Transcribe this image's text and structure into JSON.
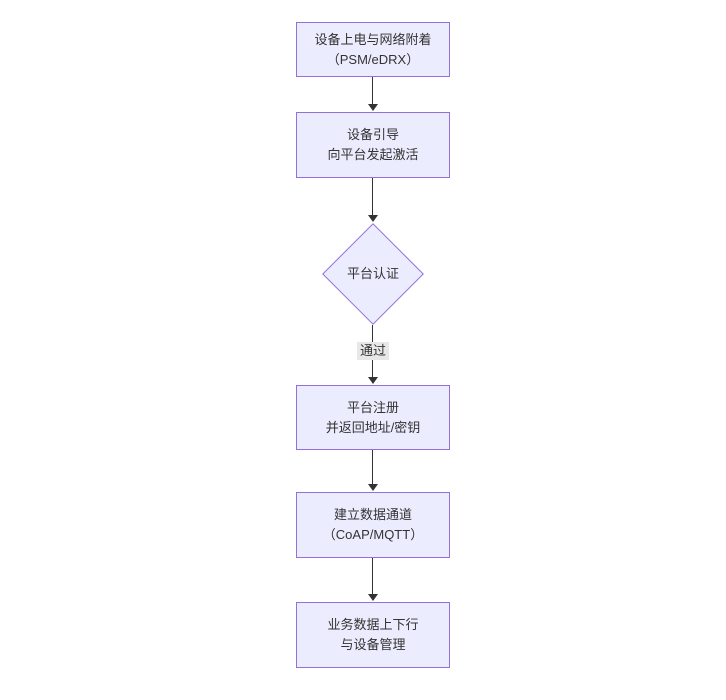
{
  "diagram": {
    "type": "flowchart",
    "direction": "top-down",
    "colors": {
      "node_fill": "#ECECFF",
      "node_border": "#9370DB",
      "arrow": "#333333",
      "edge_label_bg": "#e8e8e8",
      "text": "#333333",
      "background": "#ffffff"
    },
    "nodes": [
      {
        "id": "power-attach",
        "shape": "rect",
        "lines": [
          "设备上电与网络附着",
          "（PSM/eDRX）"
        ]
      },
      {
        "id": "bootstrap",
        "shape": "rect",
        "lines": [
          "设备引导",
          "向平台发起激活"
        ]
      },
      {
        "id": "platform-auth",
        "shape": "diamond",
        "lines": [
          "平台认证"
        ]
      },
      {
        "id": "platform-register",
        "shape": "rect",
        "lines": [
          "平台注册",
          "并返回地址/密钥"
        ]
      },
      {
        "id": "data-channel",
        "shape": "rect",
        "lines": [
          "建立数据通道",
          "（CoAP/MQTT）"
        ]
      },
      {
        "id": "business-data",
        "shape": "rect",
        "lines": [
          "业务数据上下行",
          "与设备管理"
        ]
      }
    ],
    "edges": [
      {
        "from": "power-attach",
        "to": "bootstrap",
        "label": ""
      },
      {
        "from": "bootstrap",
        "to": "platform-auth",
        "label": ""
      },
      {
        "from": "platform-auth",
        "to": "platform-register",
        "label": "通过"
      },
      {
        "from": "platform-register",
        "to": "data-channel",
        "label": ""
      },
      {
        "from": "data-channel",
        "to": "business-data",
        "label": ""
      }
    ]
  }
}
